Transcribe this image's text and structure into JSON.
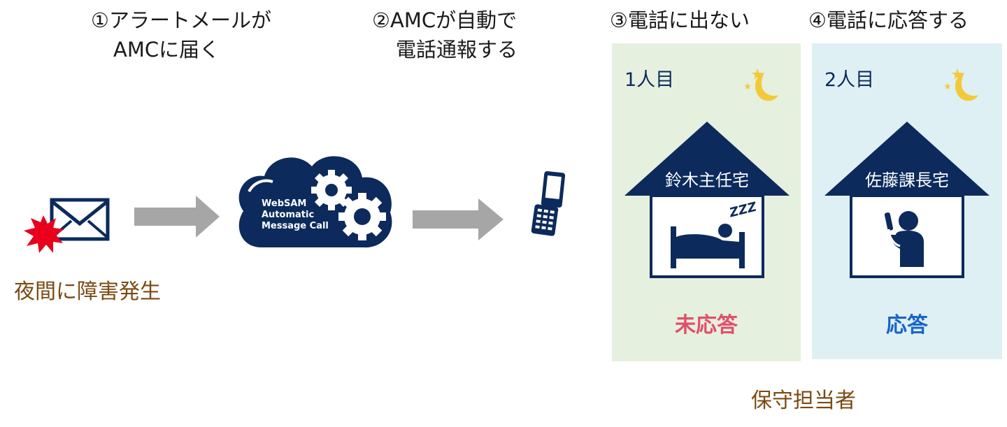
{
  "steps": {
    "s1_line1": "①アラートメールが",
    "s1_line2": "AMCに届く",
    "s2_line1": "②AMCが自動で",
    "s2_line2": "電話通報する",
    "s3": "③電話に出ない",
    "s4": "④電話に応答する"
  },
  "incident_label": "夜間に障害発生",
  "cloud": {
    "line1": "WebSAM",
    "line2": "Automatic",
    "line3": "Message Call"
  },
  "houses": [
    {
      "number": "1人目",
      "name": "鈴木主任宅",
      "result": "未応答",
      "zzz": "ZZZ"
    },
    {
      "number": "2人目",
      "name": "佐藤課長宅",
      "result": "応答"
    }
  ],
  "bottom_label": "保守担当者",
  "colors": {
    "navy": "#0c2a5c",
    "arrow": "#a6a6a6",
    "panel1": "#e6f0df",
    "panel2": "#dff0f4",
    "no_answer": "#e0506a",
    "answer": "#1a64c8",
    "moon": "#f3c93a",
    "burst": "#e8001c",
    "brown": "#7a4a12"
  },
  "icons": [
    "envelope-icon",
    "burst-icon",
    "arrow-right-icon",
    "gear-icon",
    "flip-phone-icon",
    "moon-icon",
    "star-icon",
    "bed-icon",
    "person-on-phone-icon"
  ]
}
